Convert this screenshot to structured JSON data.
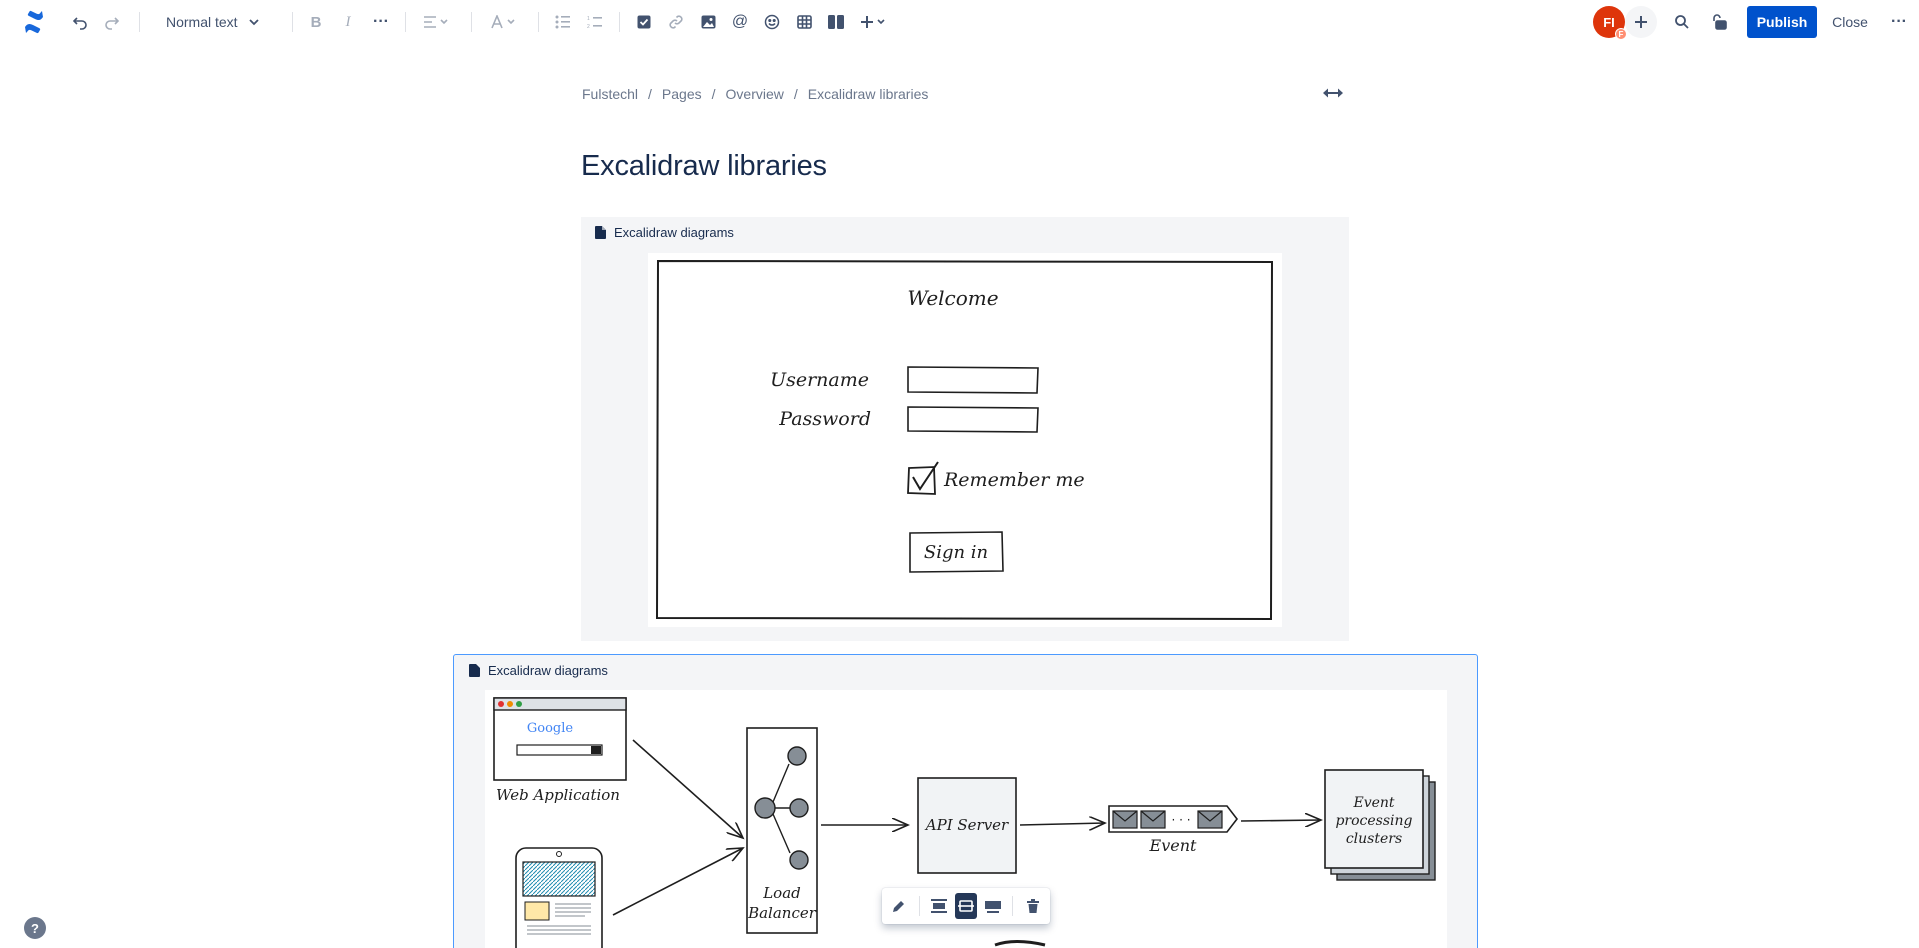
{
  "toolbar": {
    "text_style": "Normal text",
    "icons": [
      "confluence-logo",
      "undo",
      "redo",
      "bold",
      "italic",
      "more-formatting",
      "alignment",
      "text-color",
      "bullet-list",
      "numbered-list",
      "action-item",
      "link",
      "image",
      "mention",
      "emoji",
      "table",
      "layouts",
      "insert-more",
      "search",
      "restrictions",
      "more-actions"
    ]
  },
  "collaborator": {
    "initials": "FI",
    "badge": "F",
    "color": "#de350b"
  },
  "actions": {
    "publish": "Publish",
    "close": "Close"
  },
  "breadcrumbs": [
    "Fulstechl",
    "Pages",
    "Overview",
    "Excalidraw libraries"
  ],
  "page": {
    "title": "Excalidraw libraries"
  },
  "macros": [
    {
      "title": "Excalidraw diagrams"
    },
    {
      "title": "Excalidraw diagrams"
    }
  ],
  "diagram1": {
    "heading": "Welcome",
    "username_label": "Username",
    "password_label": "Password",
    "remember_label": "Remember me",
    "remember_checked": true,
    "button_label": "Sign in"
  },
  "diagram2": {
    "web_label": "Web Application",
    "logo_text": "Google",
    "lb_label_1": "Load",
    "lb_label_2": "Balancer",
    "api_label": "API Server",
    "event_label": "Event",
    "cluster_line_1": "Event",
    "cluster_line_2": "processing",
    "cluster_line_3": "clusters"
  },
  "colors": {
    "accent": "#0052cc",
    "selection": "#4c9aff",
    "macro_bg": "#f4f5f7"
  }
}
